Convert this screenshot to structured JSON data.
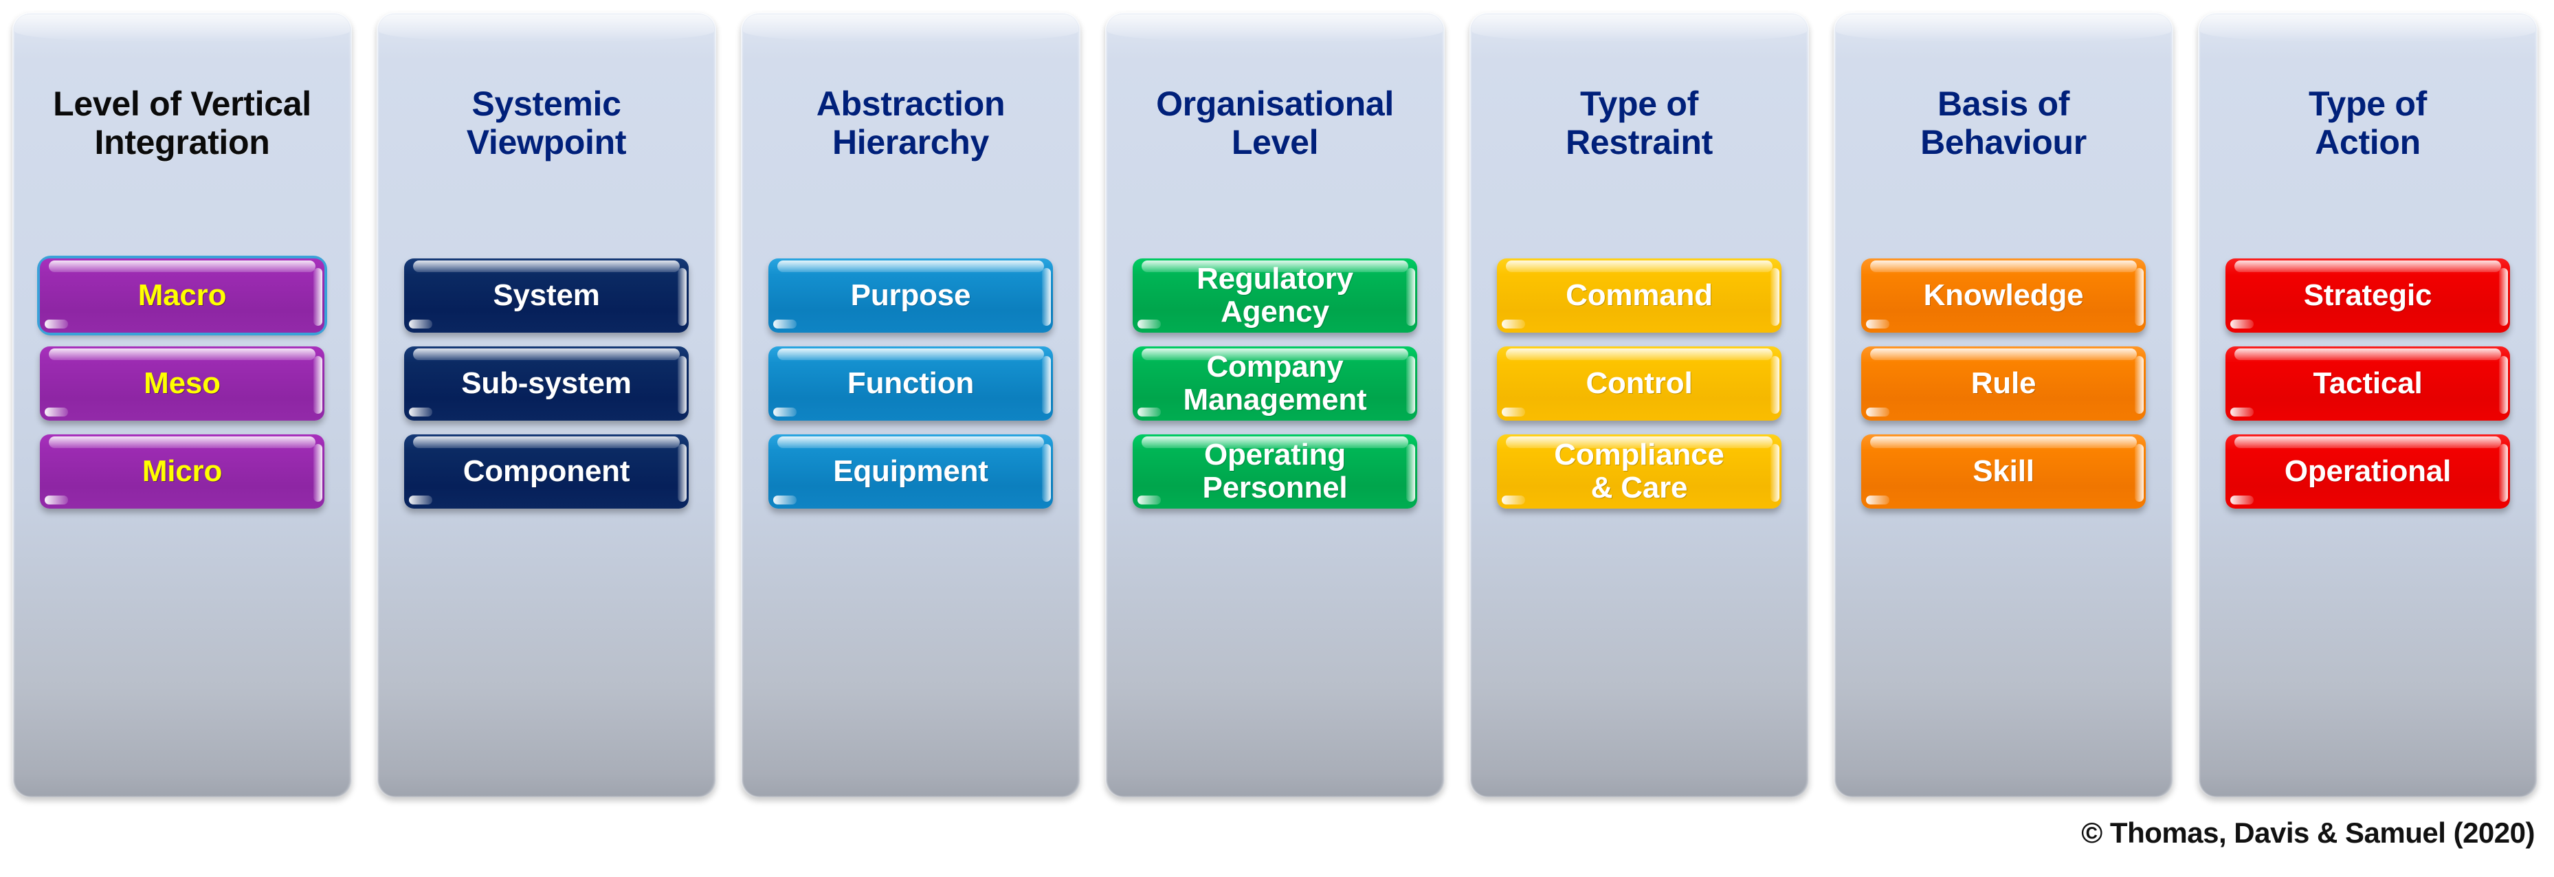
{
  "credit": "© Thomas, Davis & Samuel (2020)",
  "accent_selected": "#3aa2d8",
  "panel_background": "#ced8e9",
  "columns": [
    {
      "title": "Level of Vertical\nIntegration",
      "title_color": "#0a0a0a",
      "chip_color": "#9c2bb2",
      "chip_text_color": "#ffff00",
      "items": [
        {
          "label": "Macro",
          "selected": true
        },
        {
          "label": "Meso",
          "selected": false
        },
        {
          "label": "Micro",
          "selected": false
        }
      ]
    },
    {
      "title": "Systemic\nViewpoint",
      "title_color": "#00207a",
      "chip_color": "#0b2a63",
      "chip_text_color": "#ffffff",
      "items": [
        {
          "label": "System",
          "selected": false
        },
        {
          "label": "Sub-system",
          "selected": false
        },
        {
          "label": "Component",
          "selected": false
        }
      ]
    },
    {
      "title": "Abstraction\nHierarchy",
      "title_color": "#00207a",
      "chip_color": "#1490cf",
      "chip_text_color": "#ffffff",
      "items": [
        {
          "label": "Purpose",
          "selected": false
        },
        {
          "label": "Function",
          "selected": false
        },
        {
          "label": "Equipment",
          "selected": false
        }
      ]
    },
    {
      "title": "Organisational\nLevel",
      "title_color": "#00207a",
      "chip_color": "#00b555",
      "chip_text_color": "#ffffff",
      "items": [
        {
          "label": "Regulatory\nAgency",
          "selected": false
        },
        {
          "label": "Company\nManagement",
          "selected": false
        },
        {
          "label": "Operating\nPersonnel",
          "selected": false
        }
      ]
    },
    {
      "title": "Type of\nRestraint",
      "title_color": "#00207a",
      "chip_color": "#fdc300",
      "chip_text_color": "#ffffff",
      "items": [
        {
          "label": "Command",
          "selected": false
        },
        {
          "label": "Control",
          "selected": false
        },
        {
          "label": "Compliance\n& Care",
          "selected": false
        }
      ]
    },
    {
      "title": "Basis of\nBehaviour",
      "title_color": "#00207a",
      "chip_color": "#fb8200",
      "chip_text_color": "#ffffff",
      "items": [
        {
          "label": "Knowledge",
          "selected": false
        },
        {
          "label": "Rule",
          "selected": false
        },
        {
          "label": "Skill",
          "selected": false
        }
      ]
    },
    {
      "title": "Type of\nAction",
      "title_color": "#00207a",
      "chip_color": "#f20000",
      "chip_text_color": "#ffffff",
      "items": [
        {
          "label": "Strategic",
          "selected": false
        },
        {
          "label": "Tactical",
          "selected": false
        },
        {
          "label": "Operational",
          "selected": false
        }
      ]
    }
  ]
}
